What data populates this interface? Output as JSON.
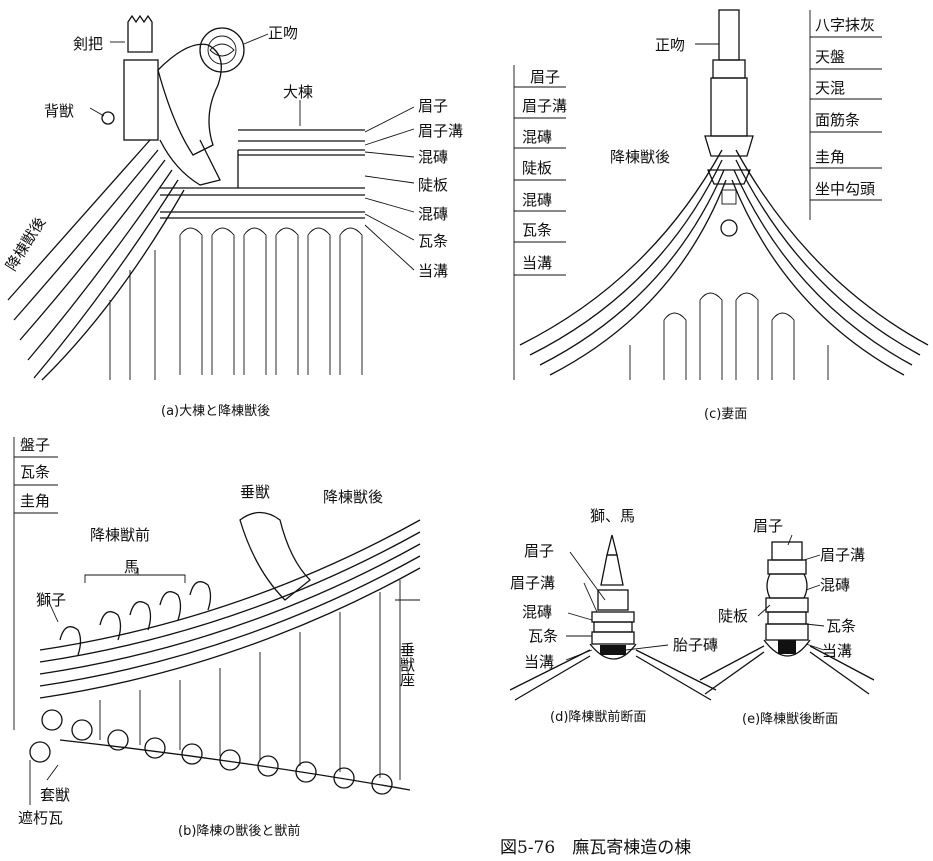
{
  "figure_title": "図5-76　廡瓦寄棟造の棟",
  "panel_a": {
    "caption": "(a)大棟と降棟獣後",
    "labels": {
      "kenpa": "剣把",
      "seifun": "正吻",
      "daito": "大棟",
      "haijuu": "背獣",
      "bishi": "眉子",
      "bishimizo": "眉子溝",
      "konsen1": "混磚",
      "tohan": "陡板",
      "konsen2": "混磚",
      "gajo": "瓦条",
      "tomizo": "当溝",
      "kotojugo": "降棟獣後"
    }
  },
  "panel_b": {
    "caption": "(b)降棟の獣後と獣前",
    "labels": {
      "banshi": "盤子",
      "gajo": "瓦条",
      "keikaku": "圭角",
      "suijuu": "垂獣",
      "kotojugo": "降棟獣後",
      "kotojuzen": "降棟獣前",
      "uma": "馬",
      "shishi": "獅子",
      "suijuza": "垂獣座",
      "tojuu": "套獣",
      "shakyugawara": "遮朽瓦"
    }
  },
  "panel_c": {
    "caption": "(c)妻面",
    "labels": {
      "seifun": "正吻",
      "kotojugo": "降棟獣後",
      "left": [
        "眉子",
        "眉子溝",
        "混磚",
        "陡板",
        "混磚",
        "瓦条",
        "当溝"
      ],
      "right": [
        "八字抹灰",
        "天盤",
        "天混",
        "面筋条",
        "圭角",
        "坐中勾頭"
      ]
    }
  },
  "panel_d": {
    "caption": "(d)降棟獣前断面",
    "labels": {
      "shishiuma": "獅、馬",
      "bishi": "眉子",
      "bishimizo": "眉子溝",
      "konsen": "混磚",
      "gajo": "瓦条",
      "tomizo": "当溝",
      "taishisen": "胎子磚"
    }
  },
  "panel_e": {
    "caption": "(e)降棟獣後断面",
    "labels": {
      "bishi": "眉子",
      "bishimizo": "眉子溝",
      "tohan": "陡板",
      "konsen": "混磚",
      "gajo": "瓦条",
      "tomizo": "当溝"
    }
  }
}
